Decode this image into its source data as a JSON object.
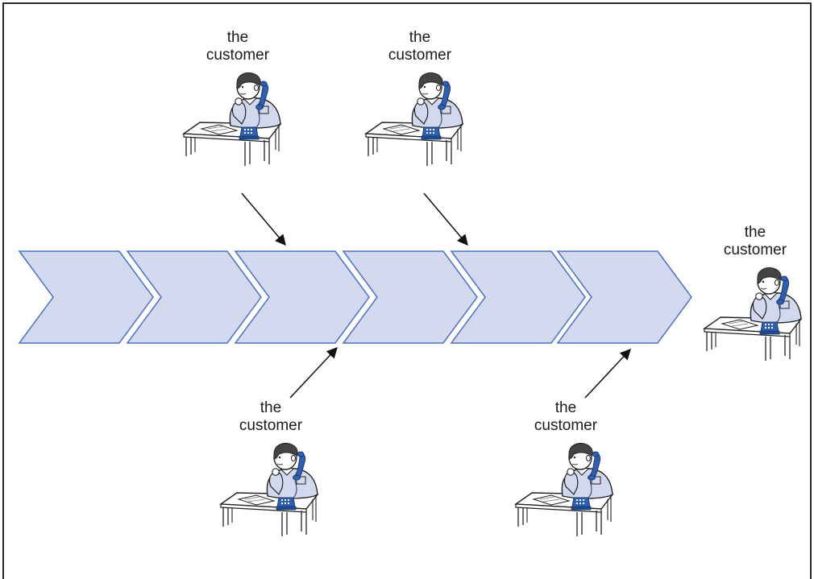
{
  "colors": {
    "chevron_fill": "#d3d9ef",
    "chevron_stroke": "#4a72c4",
    "phone_blue": "#2f5fae",
    "shirt": "#d2d8ee",
    "ink": "#1a1a1a"
  },
  "process": {
    "steps": [
      {},
      {},
      {},
      {},
      {},
      {}
    ]
  },
  "customers": [
    {
      "line1": "the",
      "line2": "customer"
    },
    {
      "line1": "the",
      "line2": "customer"
    },
    {
      "line1": "the",
      "line2": "customer"
    },
    {
      "line1": "the",
      "line2": "customer"
    },
    {
      "line1": "the",
      "line2": "customer"
    }
  ],
  "icons": {
    "customer": "person-on-phone-at-desk-icon",
    "connector": "arrow-icon"
  }
}
